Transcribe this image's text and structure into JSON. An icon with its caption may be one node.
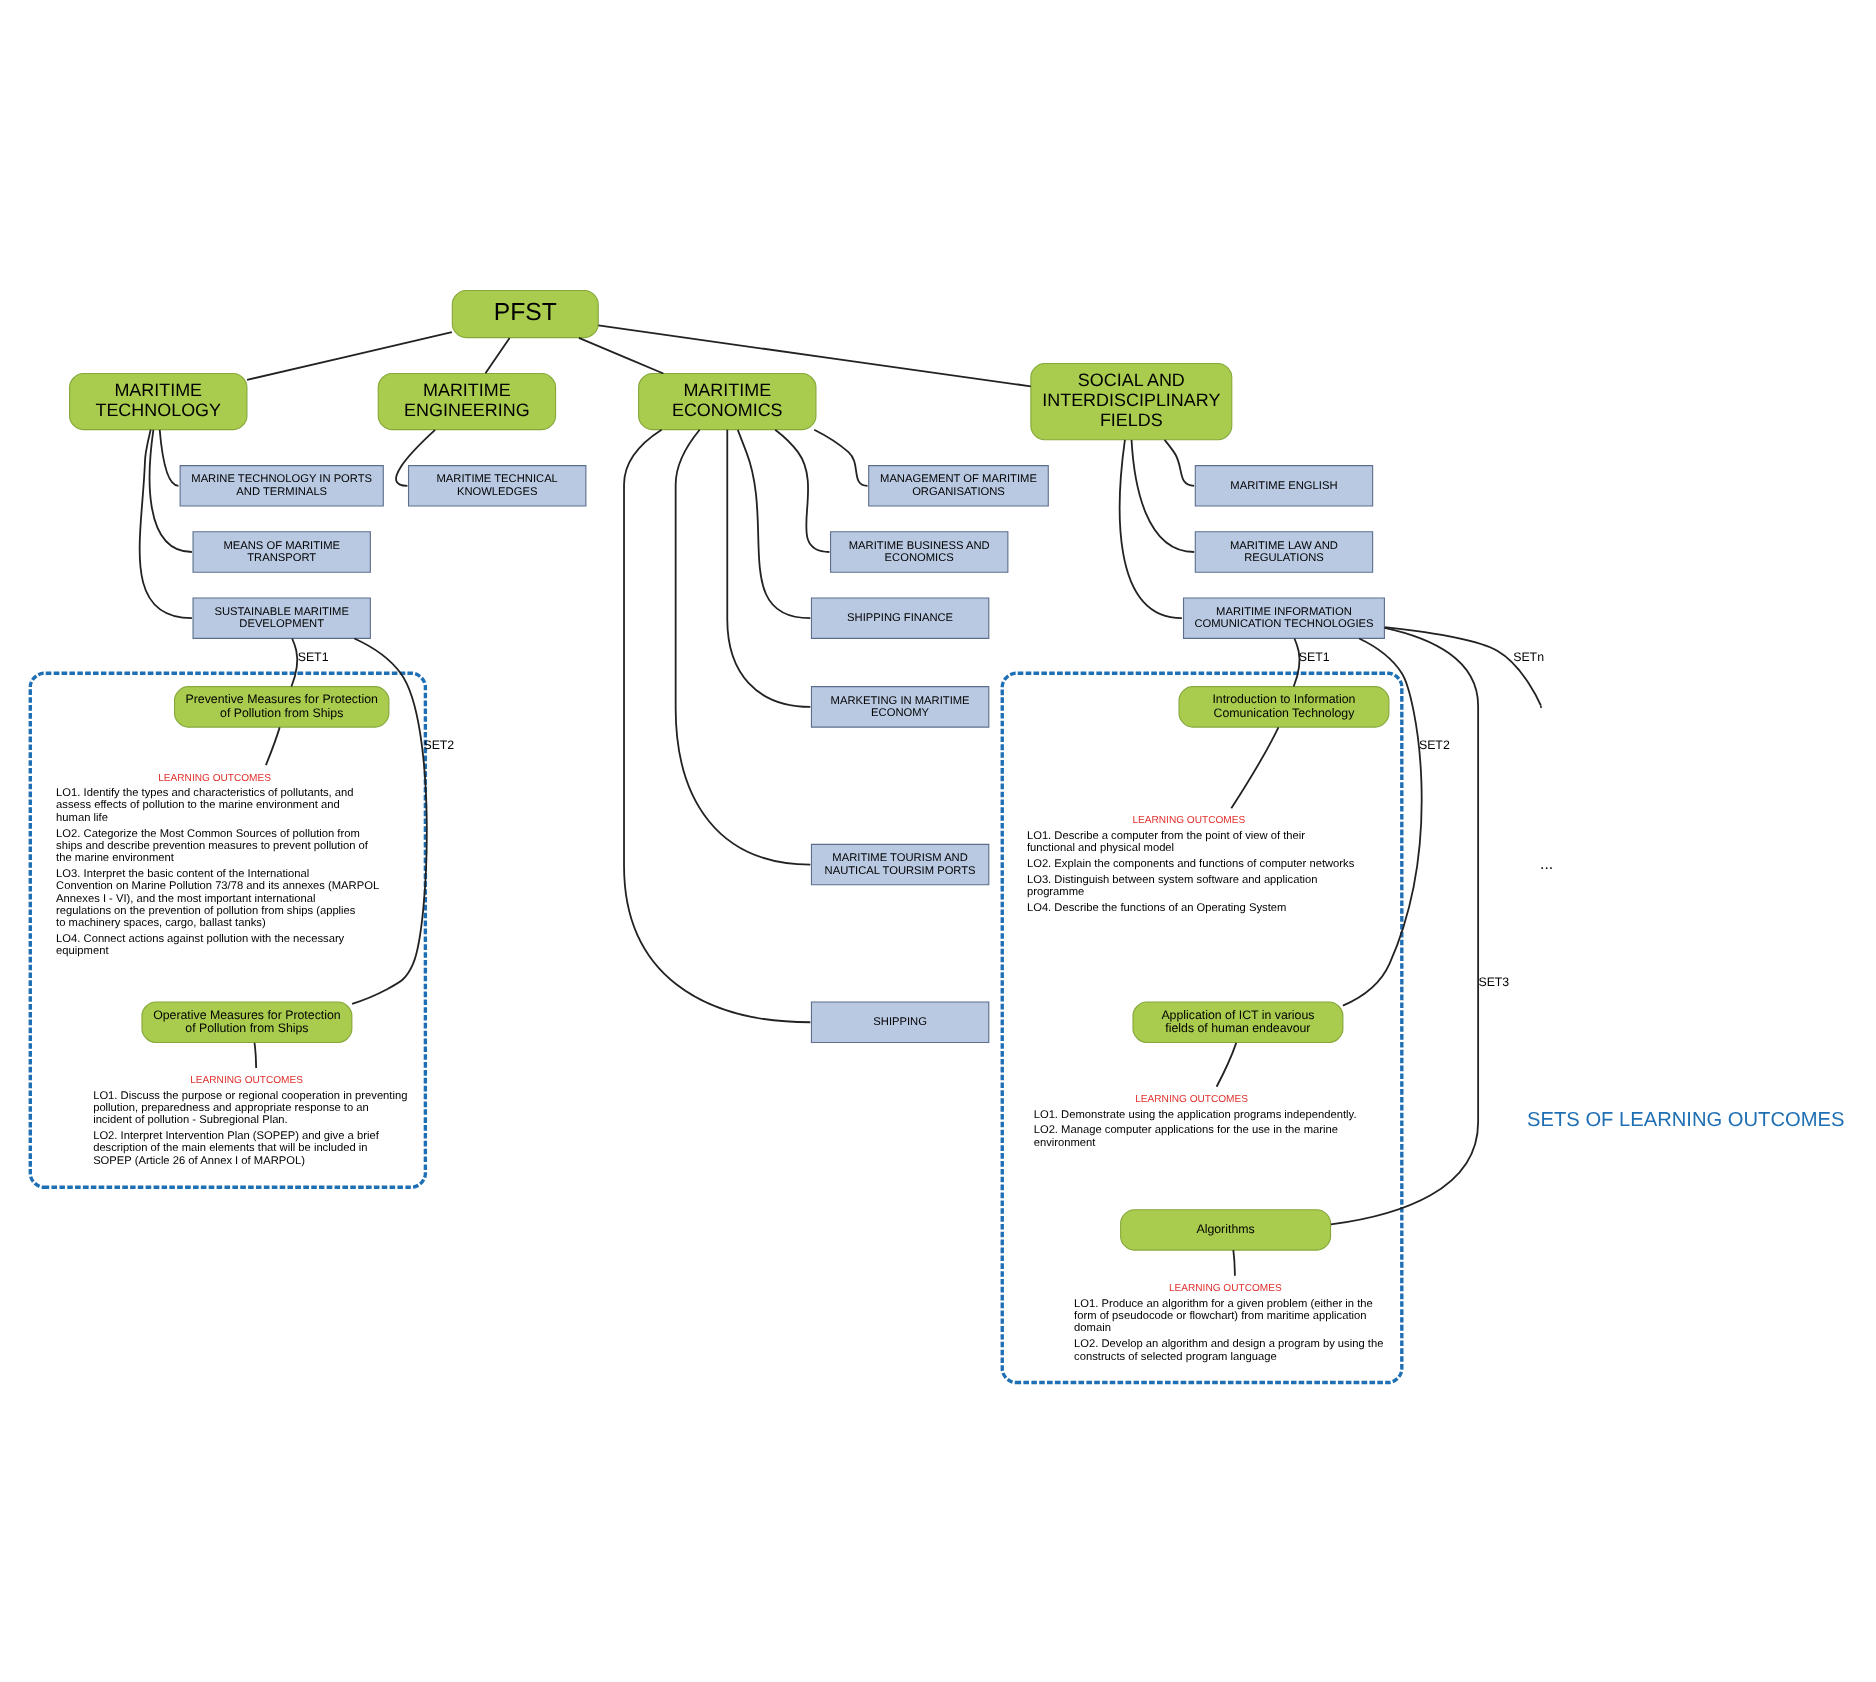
{
  "diagram": {
    "nodes": [
      {
        "text": [
          "PFST"
        ]
      },
      {
        "text": [
          "MARITIME TECHNOLOGY"
        ]
      },
      {
        "text": [
          "MARITIME ENGINEERING"
        ]
      },
      {
        "text": [
          "MARITIME ECONOMICS"
        ]
      },
      {
        "text": [
          "SOCIAL AND INTERDISCIPLINARY FIELDS"
        ]
      },
      {
        "text": [
          "MARINE TECHNOLOGY IN PORTS AND TERMINALS"
        ]
      },
      {
        "text": [
          "MEANS OF MARITIME TRANSPORT"
        ]
      },
      {
        "text": [
          "SUSTAINABLE MARITIME DEVELOPMENT"
        ]
      },
      {
        "text": [
          "MARITIME TECHNICAL KNOWLEDGES"
        ]
      },
      {
        "text": [
          "MANAGEMENT OF MARITIME ORGANISATIONS"
        ]
      },
      {
        "text": [
          "MARITIME BUSINESS AND ECONOMICS"
        ]
      },
      {
        "text": [
          "SHIPPING FINANCE"
        ]
      },
      {
        "text": [
          "MARKETING IN MARITIME ECONOMY"
        ]
      },
      {
        "text": [
          "MARITIME TOURISM AND NAUTICAL TOURSIM PORTS"
        ]
      },
      {
        "text": [
          "SHIPPING"
        ]
      },
      {
        "text": [
          "MARITIME ENGLISH"
        ]
      },
      {
        "text": [
          "MARITIME LAW AND REGULATIONS"
        ]
      },
      {
        "text": [
          "MARITIME INFORMATION COMUNICATION TECHNOLOGIES"
        ]
      },
      {
        "text": [],
        "shape": "box"
      },
      {
        "text": [
          "Preventive Measures for Protection of Pollution from Ships"
        ],
        "in": 18
      },
      {
        "text": [
          "LEARNING OUTCOMES"
        ],
        "in": 18,
        "beside": [
          "LO1. Identify the types and characteristics of pollutants, and assess effects of pollution to the marine environment and human life",
          "LO2. Categorize the Most Common Sources of pollution from ships and describe prevention measures to prevent pollution of the marine environment",
          "LO3. Interpret the basic content of the International Convention on Marine Pollution 73/78 and its annexes (MARPOL Annexes I - VI), and the most important international regulations on the prevention of pollution from ships (applies to machinery spaces, cargo, ballast tanks)",
          "LO4. Connect actions against pollution with the necessary equipment"
        ]
      },
      {
        "text": [
          "Operative Measures for Protection of Pollution from Ships"
        ],
        "in": 18
      },
      {
        "text": [
          "LEARNING OUTCOMES"
        ],
        "in": 18,
        "beside": [
          "LO1. Discuss the purpose or regional cooperation in preventing pollution, preparedness and appropriate response to an incident of pollution - Subregional Plan.",
          "LO2. Interpret Intervention Plan (SOPEP) and give a brief description of the main elements that will be included in SOPEP (Article 26 of Annex I of MARPOL)"
        ]
      },
      {
        "text": [],
        "shape": "box"
      },
      {
        "text": [
          "Introduction to Information Comunication Technology"
        ],
        "in": 23
      },
      {
        "text": [
          "LEARNING OUTCOMES"
        ],
        "in": 23,
        "beside": [
          "LO1. Describe a computer from the point of view of their functional and physical model",
          "LO2. Explain the components and functions of computer networks",
          "LO3. Distinguish between system software and application programme",
          "LO4. Describe the functions of an Operating System"
        ]
      },
      {
        "text": [
          "Application of ICT in various fields of human endeavour"
        ],
        "in": 23
      },
      {
        "text": [
          "LEARNING OUTCOMES"
        ],
        "in": 23,
        "beside": [
          "LO1. Demonstrate using the application programs independently.",
          "LO2. Manage computer applications for the use in the marine environment"
        ]
      },
      {
        "text": [
          "Algorithms"
        ],
        "in": 23
      },
      {
        "text": [
          "LEARNING OUTCOMES"
        ],
        "in": 23,
        "beside": [
          "LO1. Produce an algorithm for a given problem (either in the form of pseudocode or flowchart) from maritime application domain",
          "LO2. Develop an algorithm and design a program by using the constructs of selected program language"
        ]
      }
    ],
    "edges": [
      {
        "from": 0,
        "to": 1,
        "arrow": "none"
      },
      {
        "from": 0,
        "to": 2,
        "arrow": "none"
      },
      {
        "from": 0,
        "to": 3,
        "arrow": "none"
      },
      {
        "from": 0,
        "to": 4,
        "arrow": "none"
      },
      {
        "from": 1,
        "to": 5,
        "arrow": "none"
      },
      {
        "from": 1,
        "to": 6,
        "arrow": "none"
      },
      {
        "from": 1,
        "to": 7,
        "arrow": "none"
      },
      {
        "from": 2,
        "to": 8,
        "arrow": "none"
      },
      {
        "from": 3,
        "to": 9,
        "arrow": "none"
      },
      {
        "from": 3,
        "to": 10,
        "arrow": "none"
      },
      {
        "from": 3,
        "to": 11,
        "arrow": "none"
      },
      {
        "from": 3,
        "to": 12,
        "arrow": "none"
      },
      {
        "from": 3,
        "to": 13,
        "arrow": "none"
      },
      {
        "from": 3,
        "to": 14,
        "arrow": "none"
      },
      {
        "from": 4,
        "to": 15,
        "arrow": "none"
      },
      {
        "from": 4,
        "to": 16,
        "arrow": "none"
      },
      {
        "from": 4,
        "to": 17,
        "arrow": "none"
      },
      {
        "from": 7,
        "to": 19,
        "arrow": "none",
        "label": "SET1"
      },
      {
        "from": 19,
        "to": 20,
        "arrow": "none"
      },
      {
        "from": 7,
        "to": 21,
        "arrow": "none",
        "label": "SET2"
      },
      {
        "from": 21,
        "to": 22,
        "arrow": "none"
      },
      {
        "from": 17,
        "to": 24,
        "arrow": "none",
        "label": "SET1"
      },
      {
        "from": 24,
        "to": 25,
        "arrow": "none"
      },
      {
        "from": 17,
        "to": 26,
        "arrow": "none",
        "label": "SET2"
      },
      {
        "from": 26,
        "to": 27,
        "arrow": "none"
      },
      {
        "from": 17,
        "to": 28,
        "arrow": "none",
        "label": "SET3"
      },
      {
        "from": 28,
        "to": 29,
        "arrow": "none"
      },
      {
        "from": 17,
        "to": null,
        "arrow": "none",
        "label": "SETn"
      }
    ],
    "labels": [
      "SETS OF LEARNING OUTCOMES",
      "..."
    ]
  }
}
